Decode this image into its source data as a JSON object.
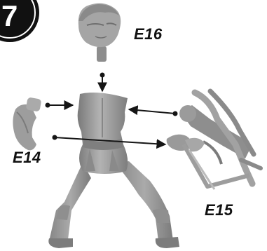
{
  "step": {
    "number": "7"
  },
  "parts": {
    "head": {
      "label": "E16"
    },
    "arm": {
      "label": "E14"
    },
    "crossbow": {
      "label": "E15"
    }
  },
  "colors": {
    "model_fill": "#9c9c9c",
    "model_shadow": "#6f6f6f",
    "model_highlight": "#c4c4c4",
    "arrow": "#151515",
    "badge": "#111111"
  }
}
